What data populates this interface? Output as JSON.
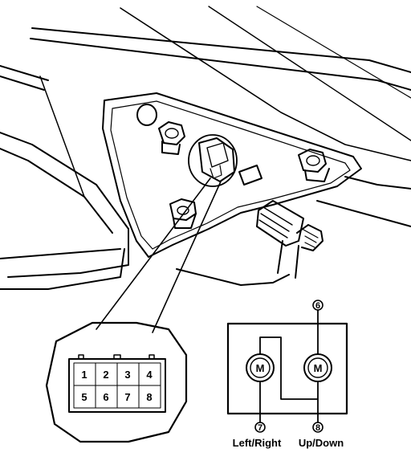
{
  "connector_pins": {
    "row1": [
      "1",
      "2",
      "3",
      "4"
    ],
    "row2": [
      "5",
      "6",
      "7",
      "8"
    ]
  },
  "motors": {
    "left_right_symbol": "M",
    "up_down_symbol": "M"
  },
  "terminals": {
    "top": "6",
    "left_bottom": "7",
    "right_bottom": "8"
  },
  "captions": {
    "left_right": "Left/Right",
    "up_down": "Up/Down"
  }
}
